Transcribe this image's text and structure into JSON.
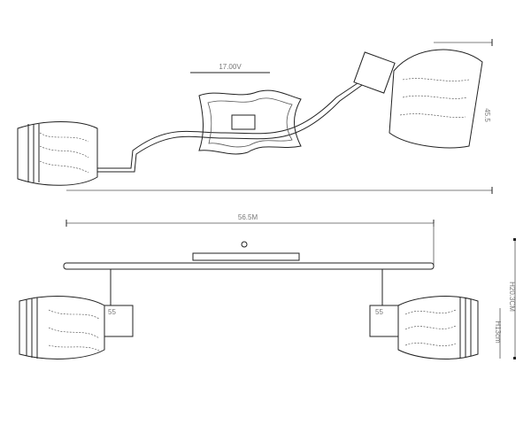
{
  "dimensions": {
    "top_width": "17.00V",
    "overall_length": "56.5M",
    "top_height": "45.5",
    "total_height": "H20.3CM",
    "shade_height": "H13cm",
    "shade_label_left": "55",
    "shade_label_right": "55"
  }
}
